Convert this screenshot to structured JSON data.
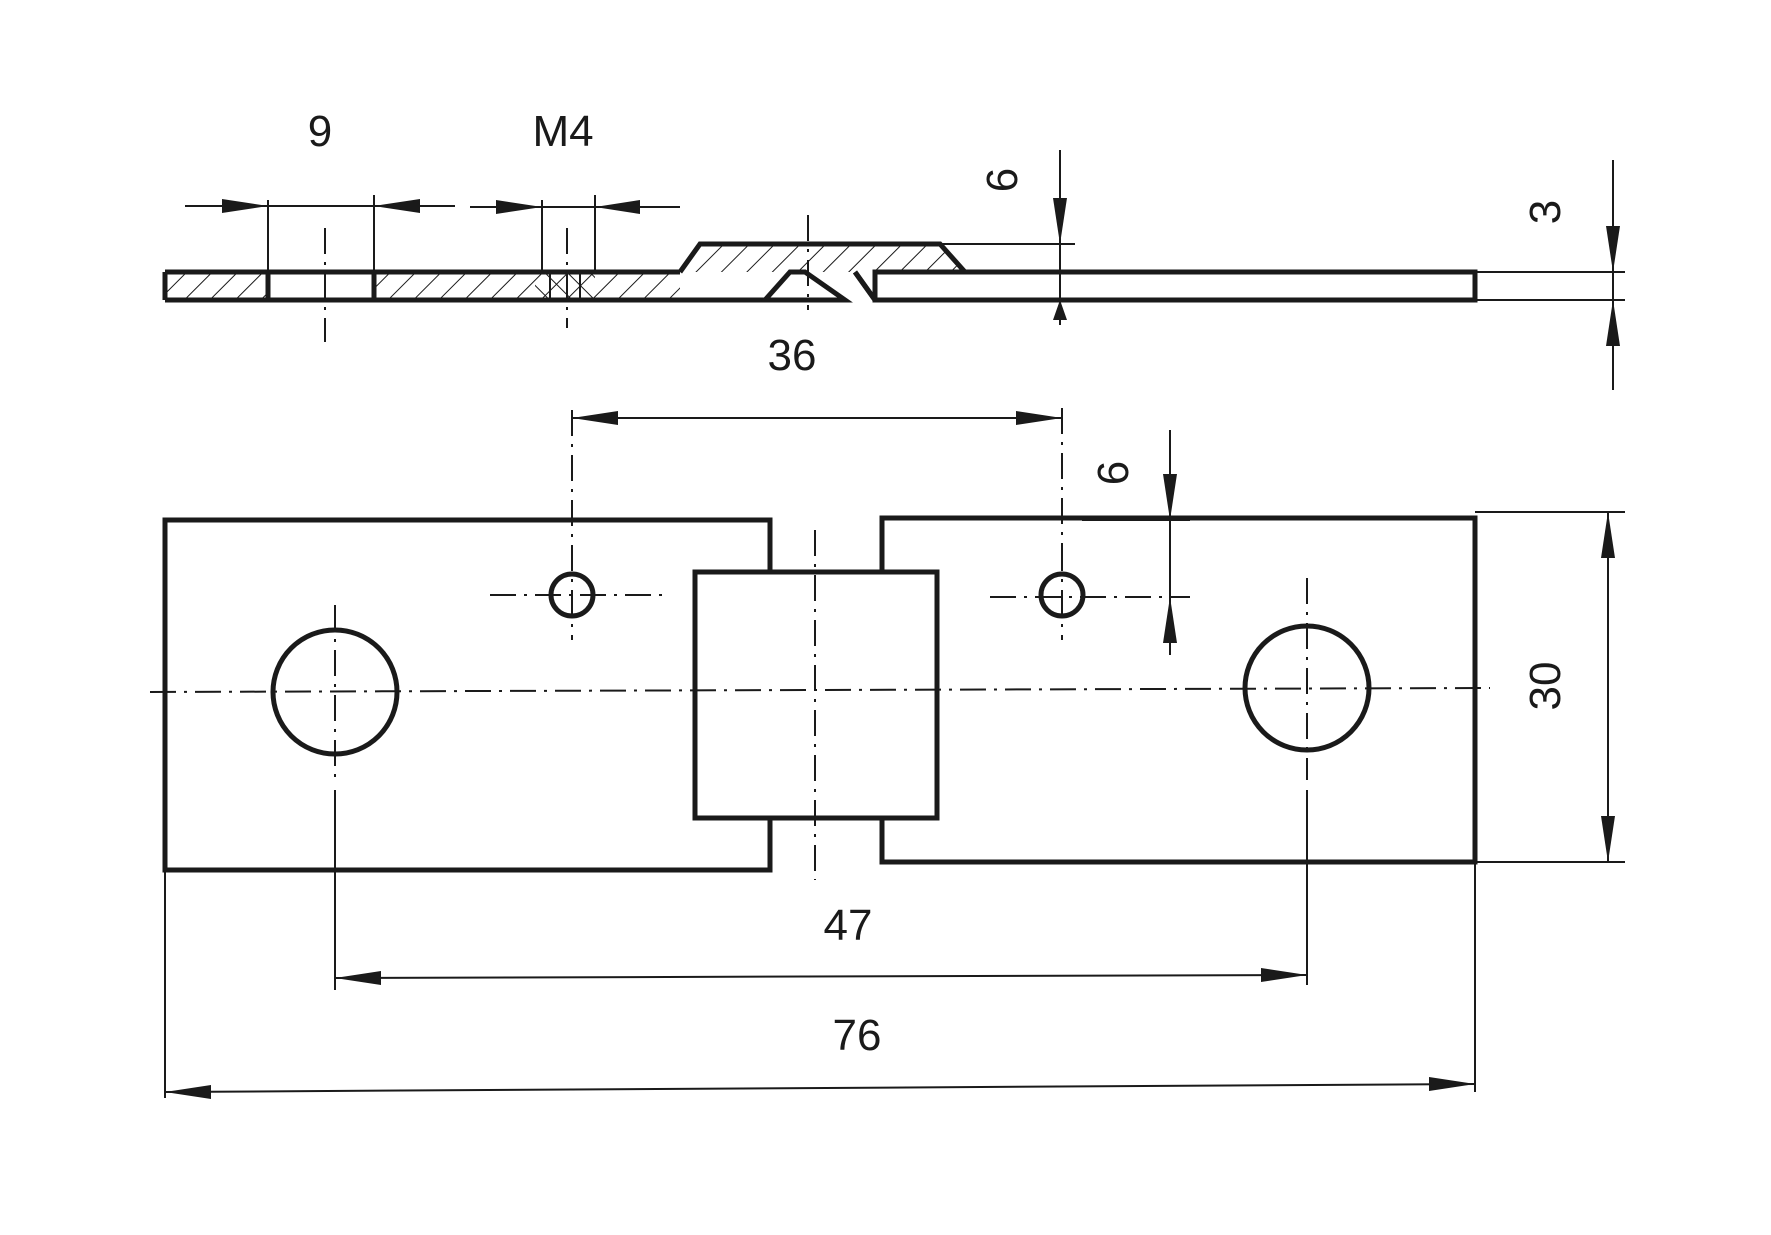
{
  "dimensions": {
    "hole_width": "9",
    "thread": "M4",
    "center_height": "6",
    "thickness": "3",
    "hinge_width": "36",
    "hole_offset": "6",
    "plate_height": "30",
    "hole_spacing": "47",
    "overall_length": "76"
  },
  "colors": {
    "ink": "#1a1a1a",
    "paper": "#ffffff"
  }
}
